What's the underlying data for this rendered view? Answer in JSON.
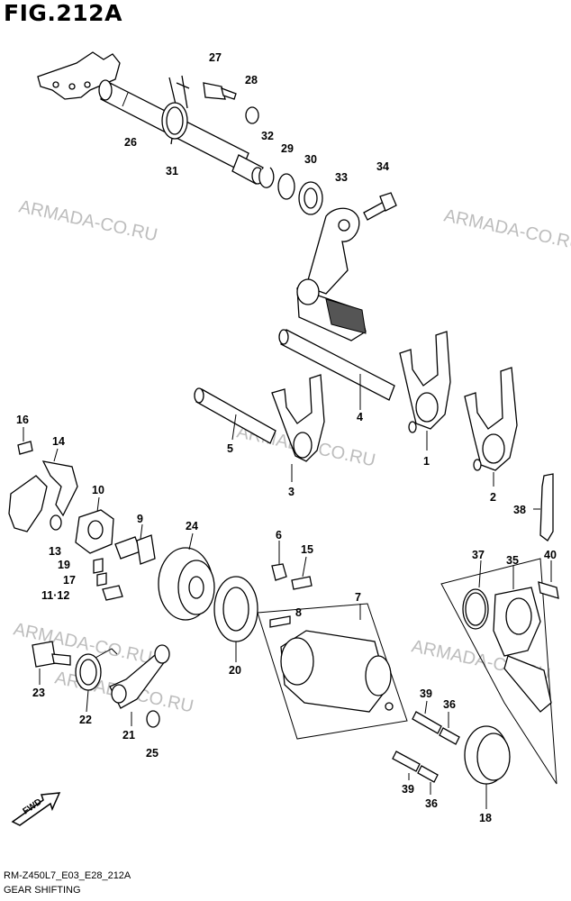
{
  "figure": {
    "title": "FIG.212A"
  },
  "footer": {
    "code": "RM-Z450L7_E03_E28_212A",
    "name": "GEAR SHIFTING"
  },
  "watermark": "ARMADA-CO.RU",
  "fwd_label": "FWD",
  "callouts": [
    "27",
    "28",
    "26",
    "31",
    "32",
    "29",
    "30",
    "33",
    "34",
    "4",
    "5",
    "3",
    "1",
    "2",
    "38",
    "16",
    "14",
    "10",
    "9",
    "24",
    "6",
    "15",
    "7",
    "8",
    "13",
    "19",
    "17",
    "11·12",
    "20",
    "37",
    "35",
    "40",
    "23",
    "22",
    "21",
    "25",
    "39",
    "36",
    "18"
  ]
}
